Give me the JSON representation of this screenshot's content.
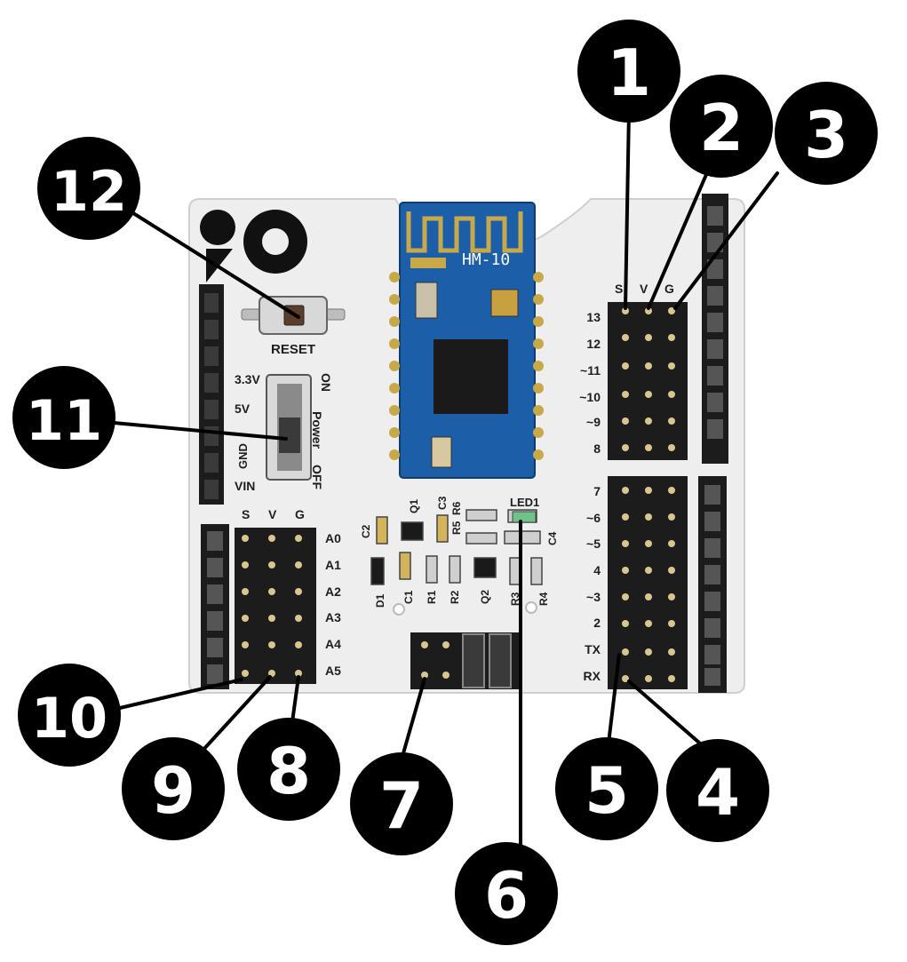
{
  "module": {
    "model": "HM-10"
  },
  "board": {
    "reset_label": "RESET",
    "power_switch": {
      "label": "Power",
      "on": "ON",
      "off": "OFF"
    },
    "power_pins": [
      "3.3V",
      "5V",
      "GND",
      "VIN"
    ],
    "header_svg": {
      "s": "S",
      "v": "V",
      "g": "G"
    },
    "digital_pins_top": [
      "13",
      "12",
      "~11",
      "~10",
      "~9",
      "8"
    ],
    "digital_pins_bottom": [
      "7",
      "~6",
      "~5",
      "4",
      "~3",
      "2",
      "TX",
      "RX"
    ],
    "analog_pins": [
      "A0",
      "A1",
      "A2",
      "A3",
      "A4",
      "A5"
    ],
    "led_label": "LED1",
    "components": [
      "C2",
      "Q1",
      "C3",
      "R5",
      "R6",
      "C4",
      "D1",
      "C1",
      "R1",
      "R2",
      "Q2",
      "R3",
      "R4"
    ]
  },
  "callouts": [
    "1",
    "2",
    "3",
    "4",
    "5",
    "6",
    "7",
    "8",
    "9",
    "10",
    "11",
    "12"
  ],
  "colors": {
    "board": "#eeeeee",
    "board_edge": "#cfcfcf",
    "module_blue": "#1c5fa8",
    "antenna_gold": "#c8a94a",
    "header_black": "#1c1c1c",
    "callout_black": "#000000"
  }
}
